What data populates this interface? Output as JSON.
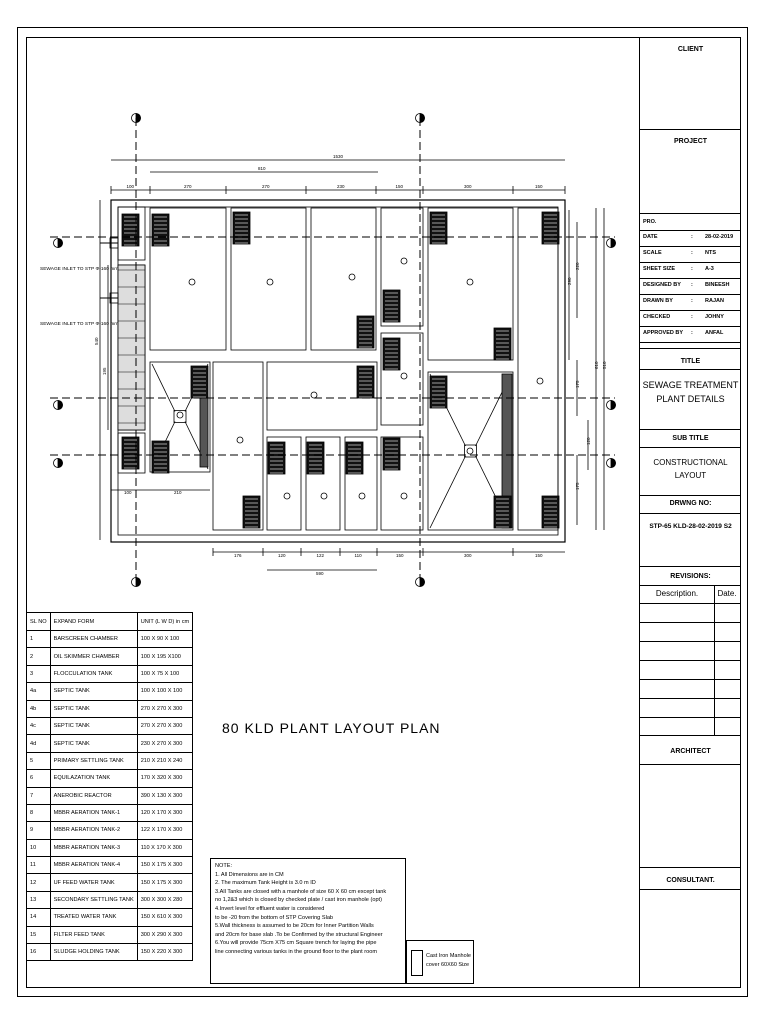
{
  "title_block": {
    "client": "CLIENT",
    "project": "PROJECT",
    "pro": "PRO.",
    "info": [
      {
        "label": "DATE",
        "value": "28-02-2019"
      },
      {
        "label": "SCALE",
        "value": "NTS"
      },
      {
        "label": "SHEET SIZE",
        "value": "A-3"
      },
      {
        "label": "DESIGNED BY",
        "value": "BINEESH"
      },
      {
        "label": "DRAWN BY",
        "value": "RAJAN"
      },
      {
        "label": "CHECKED",
        "value": "JOHNY"
      },
      {
        "label": "APPROVED BY",
        "value": "ANFAL"
      }
    ],
    "title_label": "TITLE",
    "title_line1": "SEWAGE TREATMENT",
    "title_line2": "PLANT DETAILS",
    "subtitle_label": "SUB TITLE",
    "subtitle_line1": "CONSTRUCTIONAL",
    "subtitle_line2": "LAYOUT",
    "drawing_no_label": "DRWNG NO:",
    "drawing_no": "STP-65 KLD-28-02-2019 S2",
    "revisions": "REVISIONS:",
    "rev_desc": "Description.",
    "rev_date": "Date.",
    "architect": "ARCHITECT",
    "consultant": "CONSULTANT."
  },
  "heading": "80 KLD PLANT LAYOUT PLAN",
  "plan": {
    "inlet1": "SEWAGE INLET TO STP Φ-160 mm",
    "inlet2": "SEWAGE INLET TO STP Φ-160 mm",
    "overall_dim": "1530",
    "sub_dim": "810",
    "top_dims": [
      "100",
      "270",
      "270",
      "230",
      "150",
      "300",
      "150"
    ],
    "bottom_dims": [
      "176",
      "120",
      "122",
      "110",
      "150",
      "300",
      "150"
    ],
    "bottom_total": "590",
    "bottom_left": [
      "100",
      "210"
    ],
    "right_dims": [
      "220",
      "290",
      "175",
      "175",
      "120",
      "610",
      "510"
    ],
    "left_dims": [
      "540",
      "195"
    ]
  },
  "schedule": {
    "headers": [
      "SL NO",
      "EXPAND FORM",
      "UNIT (L W D) in cm"
    ],
    "rows": [
      [
        "1",
        "BARSCREEN CHAMBER",
        "100 X 90 X 100"
      ],
      [
        "2",
        "OIL SKIMMER CHAMBER",
        "100 X 195 X100"
      ],
      [
        "3",
        "FLOCCULATION TANK",
        "100 X 75 X 100"
      ],
      [
        "4a",
        "SEPTIC TANK",
        "100 X 100 X 100"
      ],
      [
        "4b",
        "SEPTIC TANK",
        "270 X 270 X 300"
      ],
      [
        "4c",
        "SEPTIC TANK",
        "270 X 270 X 300"
      ],
      [
        "4d",
        "SEPTIC TANK",
        "230 X 270 X 300"
      ],
      [
        "5",
        "PRIMARY SETTLING TANK",
        "210 X 210 X 240"
      ],
      [
        "6",
        "EQUILAZATION TANK",
        "170 X 320 X 300"
      ],
      [
        "7",
        "ANEROBIC REACTOR",
        "390 X 130 X 300"
      ],
      [
        "8",
        "MBBR AERATION TANK-1",
        "120 X 170 X 300"
      ],
      [
        "9",
        "MBBR AERATION TANK-2",
        "122 X 170 X 300"
      ],
      [
        "10",
        "MBBR AERATION TANK-3",
        "110 X 170 X 300"
      ],
      [
        "11",
        "MBBR AERATION TANK-4",
        "150 X 175 X 300"
      ],
      [
        "12",
        "UF FEED WATER TANK",
        "150 X 175 X 300"
      ],
      [
        "13",
        "SECONDARY SETTLING TANK",
        "300 X 300 X 280"
      ],
      [
        "14",
        "TREATED WATER TANK",
        "150 X 610 X 300"
      ],
      [
        "15",
        "FILTER FEED TANK",
        "300 X 290 X 300"
      ],
      [
        "16",
        "SLUDGE HOLDING TANK",
        "150 X 220 X 300"
      ]
    ]
  },
  "notes": [
    "NOTE:",
    "1. All Dimensions are in CM",
    "2. The maximum Tank Height is 3.0 m ID",
    "3.All Tanks are closed with a manhole of size 60 X 60 cm except tank",
    "no 1,2&3 which is closed by checked plate / cast iron manhole (opt)",
    "4.Invert level for effluent water is considered",
    "to be -20 from the bottom of STP Covering Slab",
    "5.Wall thickness is assumed to be 20cm for Inner Partition Walls",
    "and 20cm for base slab .To be Confirmed by the structural Engineer",
    "6.You will provide 75cm X75 cm Square trench for laying the pipe",
    "line connecting various tanks in the ground floor to the plant room"
  ],
  "legend": {
    "line1": "Cast Iron Manhole",
    "line2": "cover 60X60 Size"
  }
}
